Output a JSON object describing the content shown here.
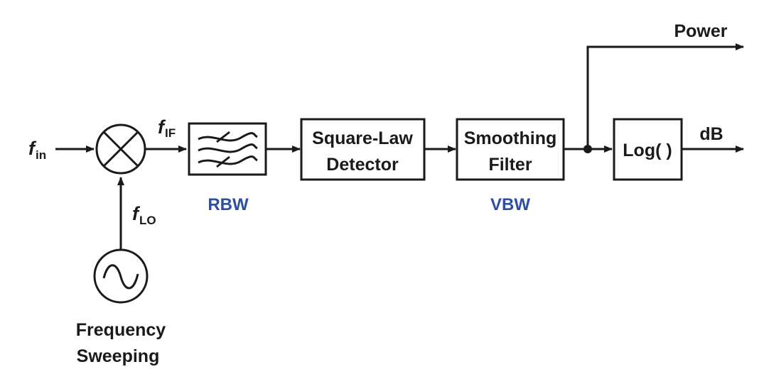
{
  "inputs": {
    "f_in": {
      "base": "f",
      "sub": "in"
    },
    "f_if": {
      "base": "f",
      "sub": "IF"
    },
    "f_lo": {
      "base": "f",
      "sub": "LO"
    }
  },
  "oscillator": {
    "label_line1": "Frequency",
    "label_line2": "Sweeping"
  },
  "blocks": {
    "rbw_filter": {
      "caption": "RBW"
    },
    "detector": {
      "line1": "Square-Law",
      "line2": "Detector"
    },
    "smoothing": {
      "line1": "Smoothing",
      "line2": "Filter"
    },
    "log": {
      "label": "Log( )"
    }
  },
  "captions": {
    "vbw": "VBW"
  },
  "outputs": {
    "power": "Power",
    "db": "dB"
  },
  "colors": {
    "line": "#1a1a1a",
    "caption_blue": "#2e4fa3"
  },
  "icons": {
    "mixer": "mixer-x-icon",
    "oscillator": "sine-wave-icon",
    "filter": "bandpass-filter-icon"
  }
}
